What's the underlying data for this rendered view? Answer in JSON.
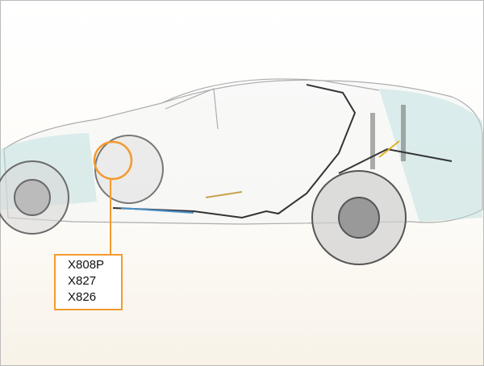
{
  "diagram": {
    "subject": "vehicle-harness-location",
    "highlight_color": "#f39a2e",
    "connectors": [
      "X808P",
      "X827",
      "X826"
    ]
  }
}
